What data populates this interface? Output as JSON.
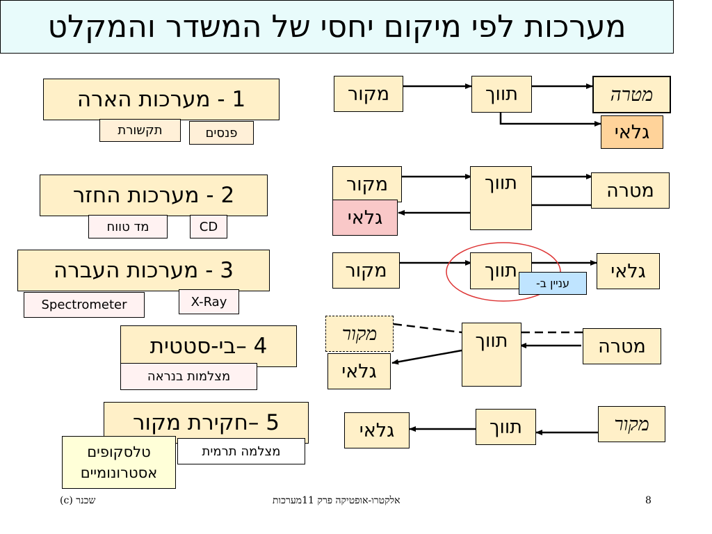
{
  "title": "מערכות לפי מיקום יחסי של המשדר והמקלט",
  "systems": [
    {
      "label": "1 - מערכות הארה",
      "tags": [
        "תקשורת",
        "פנסים"
      ]
    },
    {
      "label": "2 - מערכות החזר",
      "tags": [
        "מד טווח",
        "CD"
      ]
    },
    {
      "label": "3 - מערכות העברה",
      "tags": [
        "Spectrometer",
        "X-Ray"
      ]
    },
    {
      "label": "4 –בי-סטטית",
      "tags": [
        "מצלמות בנראה"
      ]
    },
    {
      "label": "5 –חקירת מקור",
      "tags": [
        "טלסקופים אסטרונומיים",
        "מצלמה תרמית"
      ]
    }
  ],
  "blocks": {
    "source": "מקור",
    "medium": "תווך",
    "target": "מטרה",
    "detector": "גלאי"
  },
  "note": "עניין ב-",
  "footer": {
    "left": "שכנר (c)",
    "center": "אלקטרו-אופטיקה פרק 11מערכות",
    "right": "8"
  }
}
